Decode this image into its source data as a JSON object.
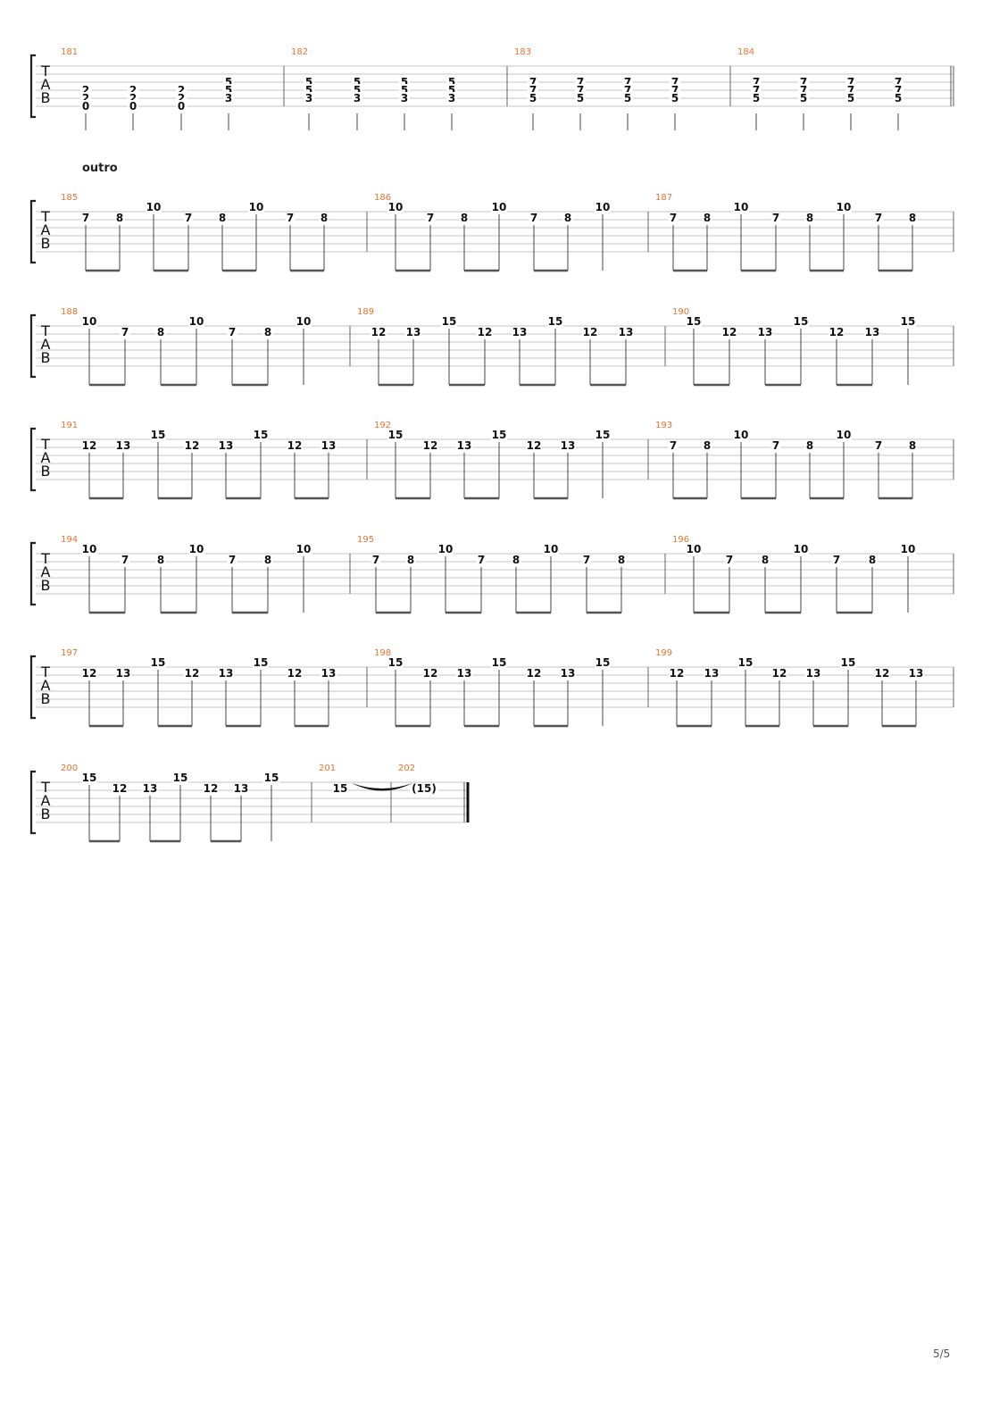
{
  "document": {
    "page_number": "5/5",
    "section_label": "outro",
    "tab_clef": [
      "T",
      "A",
      "B"
    ]
  },
  "colors": {
    "measure_number": "#e8742f",
    "staff_line": "#c4c4c4",
    "note": "#111111",
    "stem": "#444444"
  },
  "systems": [
    {
      "measures": [
        {
          "number": "181",
          "beats": [
            {
              "notes": [
                {
                  "string": 3,
                  "fret": "2"
                },
                {
                  "string": 4,
                  "fret": "2"
                },
                {
                  "string": 5,
                  "fret": "0"
                }
              ]
            },
            {
              "notes": [
                {
                  "string": 3,
                  "fret": "2"
                },
                {
                  "string": 4,
                  "fret": "2"
                },
                {
                  "string": 5,
                  "fret": "0"
                }
              ]
            },
            {
              "notes": [
                {
                  "string": 3,
                  "fret": "2"
                },
                {
                  "string": 4,
                  "fret": "2"
                },
                {
                  "string": 5,
                  "fret": "0"
                }
              ]
            },
            {
              "notes": [
                {
                  "string": 2,
                  "fret": "5"
                },
                {
                  "string": 3,
                  "fret": "5"
                },
                {
                  "string": 4,
                  "fret": "3"
                }
              ]
            }
          ]
        },
        {
          "number": "182",
          "beats": [
            {
              "notes": [
                {
                  "string": 2,
                  "fret": "5"
                },
                {
                  "string": 3,
                  "fret": "5"
                },
                {
                  "string": 4,
                  "fret": "3"
                }
              ]
            },
            {
              "notes": [
                {
                  "string": 2,
                  "fret": "5"
                },
                {
                  "string": 3,
                  "fret": "5"
                },
                {
                  "string": 4,
                  "fret": "3"
                }
              ]
            },
            {
              "notes": [
                {
                  "string": 2,
                  "fret": "5"
                },
                {
                  "string": 3,
                  "fret": "5"
                },
                {
                  "string": 4,
                  "fret": "3"
                }
              ]
            },
            {
              "notes": [
                {
                  "string": 2,
                  "fret": "5"
                },
                {
                  "string": 3,
                  "fret": "5"
                },
                {
                  "string": 4,
                  "fret": "3"
                }
              ]
            }
          ]
        },
        {
          "number": "183",
          "beats": [
            {
              "notes": [
                {
                  "string": 2,
                  "fret": "7"
                },
                {
                  "string": 3,
                  "fret": "7"
                },
                {
                  "string": 4,
                  "fret": "5"
                }
              ]
            },
            {
              "notes": [
                {
                  "string": 2,
                  "fret": "7"
                },
                {
                  "string": 3,
                  "fret": "7"
                },
                {
                  "string": 4,
                  "fret": "5"
                }
              ]
            },
            {
              "notes": [
                {
                  "string": 2,
                  "fret": "7"
                },
                {
                  "string": 3,
                  "fret": "7"
                },
                {
                  "string": 4,
                  "fret": "5"
                }
              ]
            },
            {
              "notes": [
                {
                  "string": 2,
                  "fret": "7"
                },
                {
                  "string": 3,
                  "fret": "7"
                },
                {
                  "string": 4,
                  "fret": "5"
                }
              ]
            }
          ]
        },
        {
          "number": "184",
          "beats": [
            {
              "notes": [
                {
                  "string": 2,
                  "fret": "7"
                },
                {
                  "string": 3,
                  "fret": "7"
                },
                {
                  "string": 4,
                  "fret": "5"
                }
              ]
            },
            {
              "notes": [
                {
                  "string": 2,
                  "fret": "7"
                },
                {
                  "string": 3,
                  "fret": "7"
                },
                {
                  "string": 4,
                  "fret": "5"
                }
              ]
            },
            {
              "notes": [
                {
                  "string": 2,
                  "fret": "7"
                },
                {
                  "string": 3,
                  "fret": "7"
                },
                {
                  "string": 4,
                  "fret": "5"
                }
              ]
            },
            {
              "notes": [
                {
                  "string": 2,
                  "fret": "7"
                },
                {
                  "string": 3,
                  "fret": "7"
                },
                {
                  "string": 4,
                  "fret": "5"
                }
              ]
            }
          ]
        }
      ]
    },
    {
      "measures": [
        {
          "number": "185",
          "frets": [
            "7",
            "8",
            "10",
            "7",
            "8",
            "10",
            "7",
            "8"
          ]
        },
        {
          "number": "186",
          "frets": [
            "10",
            "7",
            "8",
            "10",
            "7",
            "8",
            "10"
          ]
        },
        {
          "number": "187",
          "frets": [
            "7",
            "8",
            "10",
            "7",
            "8",
            "10",
            "7",
            "8"
          ]
        }
      ]
    },
    {
      "measures": [
        {
          "number": "188",
          "frets": [
            "10",
            "7",
            "8",
            "10",
            "7",
            "8",
            "10"
          ]
        },
        {
          "number": "189",
          "frets": [
            "12",
            "13",
            "15",
            "12",
            "13",
            "15",
            "12",
            "13"
          ]
        },
        {
          "number": "190",
          "frets": [
            "15",
            "12",
            "13",
            "15",
            "12",
            "13",
            "15"
          ]
        }
      ]
    },
    {
      "measures": [
        {
          "number": "191",
          "frets": [
            "12",
            "13",
            "15",
            "12",
            "13",
            "15",
            "12",
            "13"
          ]
        },
        {
          "number": "192",
          "frets": [
            "15",
            "12",
            "13",
            "15",
            "12",
            "13",
            "15"
          ]
        },
        {
          "number": "193",
          "frets": [
            "7",
            "8",
            "10",
            "7",
            "8",
            "10",
            "7",
            "8"
          ]
        }
      ]
    },
    {
      "measures": [
        {
          "number": "194",
          "frets": [
            "10",
            "7",
            "8",
            "10",
            "7",
            "8",
            "10"
          ]
        },
        {
          "number": "195",
          "frets": [
            "7",
            "8",
            "10",
            "7",
            "8",
            "10",
            "7",
            "8"
          ]
        },
        {
          "number": "196",
          "frets": [
            "10",
            "7",
            "8",
            "10",
            "7",
            "8",
            "10"
          ]
        }
      ]
    },
    {
      "measures": [
        {
          "number": "197",
          "frets": [
            "12",
            "13",
            "15",
            "12",
            "13",
            "15",
            "12",
            "13"
          ]
        },
        {
          "number": "198",
          "frets": [
            "15",
            "12",
            "13",
            "15",
            "12",
            "13",
            "15"
          ]
        },
        {
          "number": "199",
          "frets": [
            "12",
            "13",
            "15",
            "12",
            "13",
            "15",
            "12",
            "13"
          ]
        }
      ]
    },
    {
      "measures": [
        {
          "number": "200",
          "frets": [
            "15",
            "12",
            "13",
            "15",
            "12",
            "13",
            "15"
          ]
        },
        {
          "number": "201",
          "frets": [
            "15"
          ]
        },
        {
          "number": "202",
          "frets": [
            "(15)"
          ]
        }
      ]
    }
  ]
}
